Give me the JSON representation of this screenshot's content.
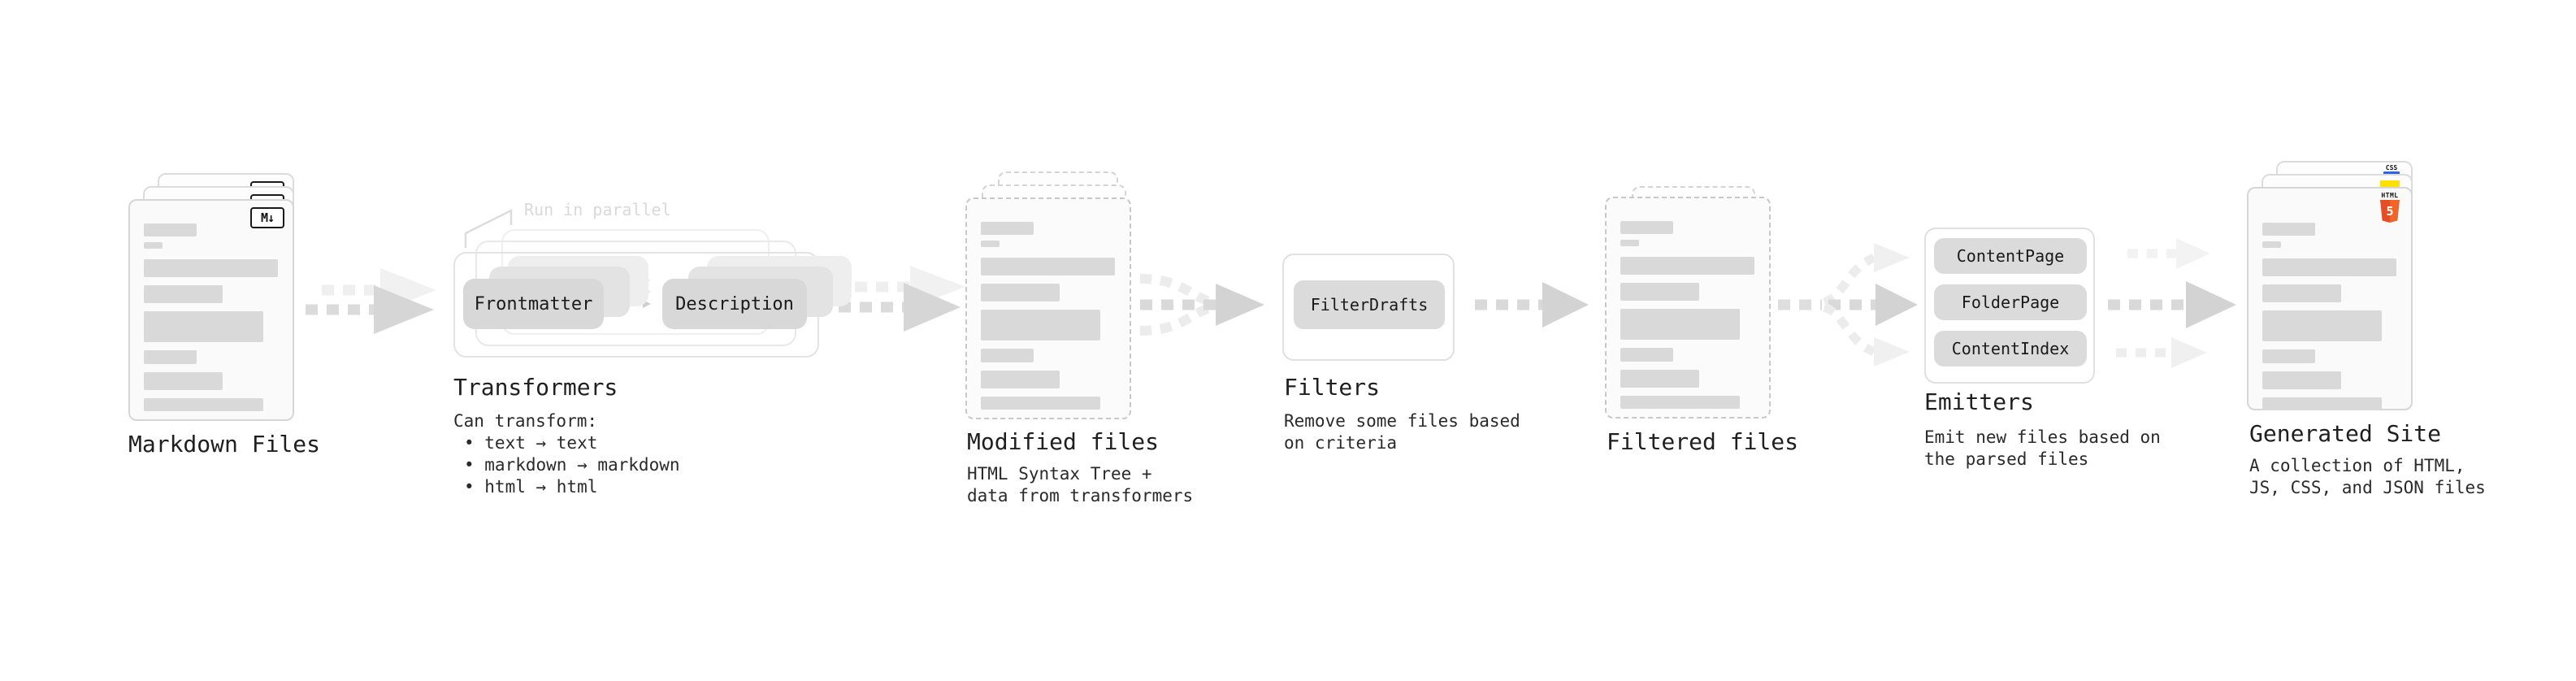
{
  "stages": {
    "markdown": {
      "label": "Markdown Files",
      "badge": "M↓"
    },
    "transformers": {
      "label": "Transformers",
      "note": "Run in parallel",
      "pill_a": "Frontmatter",
      "pill_b": "Description",
      "desc_title": "Can transform:",
      "items": [
        "• text → text",
        "• markdown → markdown",
        "• html → html"
      ]
    },
    "modified": {
      "label": "Modified files",
      "desc": [
        "HTML Syntax Tree +",
        "data from transformers"
      ]
    },
    "filters": {
      "label": "Filters",
      "pill": "FilterDrafts",
      "desc": [
        "Remove some files based",
        "on criteria"
      ]
    },
    "filtered": {
      "label": "Filtered files"
    },
    "emitters": {
      "label": "Emitters",
      "pills": [
        "ContentPage",
        "FolderPage",
        "ContentIndex"
      ],
      "desc": [
        "Emit new files based on",
        "the parsed files"
      ]
    },
    "generated": {
      "label": "Generated Site",
      "badge_css": "CSS",
      "badge_html": "HTML",
      "badge_html_num": "5",
      "desc": [
        "A collection of HTML,",
        "JS, CSS, and JSON files"
      ]
    }
  },
  "colors": {
    "html5_orange": "#e44d26",
    "js_yellow": "#ffe000",
    "css_blue": "#2d65f1",
    "bar_gray": "#d9d9d9",
    "pill_gray": "#d8d8d8",
    "arrow_gray": "#d9d9d9",
    "arrow_ghost": "#efefef"
  }
}
